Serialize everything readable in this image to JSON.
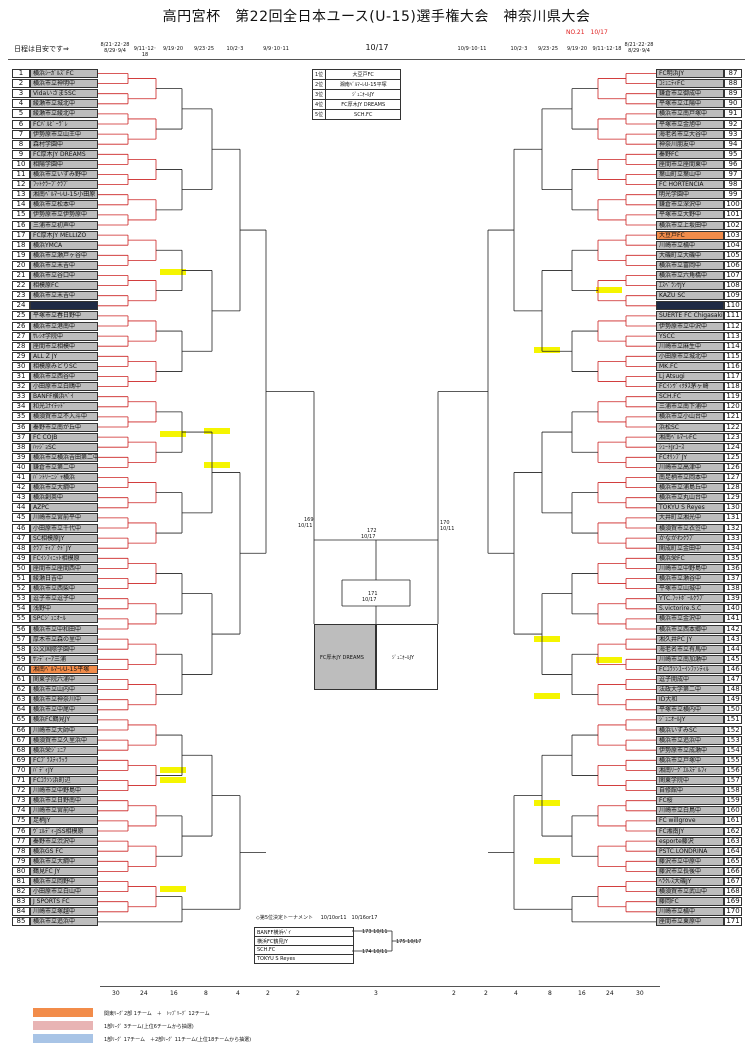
{
  "title": "高円宮杯　第22回全日本ユース(U-15)選手権大会　神奈川県大会",
  "note": "NO.21　10/17",
  "schedule": {
    "label": "日程は目安です⇒",
    "left_dates": [
      "8/21･22･28 8/29･9/4",
      "9/11･12･18",
      "9/19･20",
      "9/23･25",
      "10/2･3",
      "9/9･10･11",
      "10/17",
      "10/9･10･11",
      "10/2･3",
      "9/23･25",
      "9/19･20",
      "9/11･12･18",
      "8/21･22･28 8/29･9/4"
    ]
  },
  "left_teams": [
    "横浜ｼｰｶﾞﾙｽﾞFC",
    "横浜市立神明中",
    "Vidaいさま5SC",
    "綾瀬市立城北中",
    "綾瀬市立綾北中",
    "FCﾊﾟﾙﾋﾟｰﾗﾞﾚ",
    "伊勢原市立山王中",
    "森村学園中",
    "FC厚木JY DREAMS",
    "相陽学園中",
    "横浜市立いずみ野中",
    "ﾌｯﾄｸﾗｰﾌﾞｸﾗﾌﾞ",
    "湘南ﾍﾞﾙﾏｰﾚU-15小田原",
    "横浜市立松本中",
    "伊勢原市立伊勢原中",
    "三浦市立初声中",
    "FC厚木JY MELLIZO",
    "横浜YMCA",
    "横浜市立瀬戸ヶ谷中",
    "横浜市立末吉中",
    "横浜市立谷口中",
    "相模原FC",
    "横浜市立末吉中",
    "",
    "平塚市立春日野中",
    "横浜市立港南中",
    "ｻﾚｼｵ学院中",
    "座間市立相模中",
    "ALL Z JY",
    "相模原みどりSC",
    "横浜市立西谷中",
    "小田原市立白鴎中",
    "BANFF横浜ﾍﾞｲ",
    "和光ﾕﾅｲﾃｯﾄﾞ",
    "横須賀市立不入斗中",
    "秦野市立南が丘中",
    "FC COJB",
    "ﾊｯｼﾞｮSC",
    "横浜市立横浜吉田第二中",
    "鎌倉市立第二中",
    "ﾊﾟﾝﾄﾘｰﾆｼﾞｬ横浜",
    "横浜市立大綱中",
    "横浜創英中",
    "AZPC",
    "川崎市立宮前平中",
    "小田原市立千代中",
    "SC相模原JY",
    "ｸﾗﾌﾞﾃｨﾌﾟｸﾄﾞJY",
    "FCｲﾝﾌｨﾆｯﾄ相模原",
    "座間市立座間西中",
    "綾瀬日吉中",
    "横浜市立西柴中",
    "逗子市立逗子中",
    "浅野中",
    "SPCｼﾞｭﾆｵｰﾙ",
    "横浜市立中和田中",
    "厚木市立森の里中",
    "公文国際学園中",
    "ｻﾝﾃﾞｨｰｱ三浦",
    "湘南ﾍﾞﾙﾏｰﾚU-15平塚",
    "関東学院六浦中",
    "横浜市立山内中",
    "横浜市立神奈川中",
    "横浜市立中尾中",
    "横浜FC鶴見JY",
    "川崎市立大師中",
    "横須賀市立久里浜中",
    "横浜栄ｼﾞｭﾆｱ",
    "FCﾌﾟﾗｽﾃｨﾗｯﾗ",
    "ﾊﾟﾃﾞｨJY",
    "FCｺﾗｿﾝ浜町辺",
    "川崎市立中野島中",
    "横浜市立日野南中",
    "川崎市立宮前中",
    "足柄JY",
    "ｳﾞｪﾙﾃﾞｨ-JSS相模原",
    "秦野市立渋沢中",
    "横浜GS FC",
    "横浜市立大綱中",
    "鶴見FC JY",
    "横浜市立岡野中",
    "小田原市立白山中",
    "J SPORTS FC",
    "川崎市立塚越中",
    "横浜市立追浜中"
  ],
  "right_teams": [
    "FC明浜JY",
    "ｺﾐｭﾆﾃｨFC",
    "鎌倉市立御成中",
    "平塚市立江陽中",
    "横浜市立南戸塚中",
    "平塚市立金旭中",
    "海老名市立大谷中",
    "神奈川朋友中",
    "秦野FC",
    "座間市立座間東中",
    "葉山町立葉山中",
    "FC HORTENCIA",
    "明光学園中",
    "鎌倉市立深沢中",
    "平塚市立大野中",
    "横浜市立上坂田中",
    "大豆戸FC",
    "川崎市立橘中",
    "大磯町立大磯中",
    "横浜市立富岡中",
    "横浜市立六角橋中",
    "ｴｽﾍﾟﾗﾝｻJY",
    "KAZU SC",
    "",
    "SUERTE FC Chigasaki",
    "伊勢原市立中沢中",
    "YSCC",
    "川崎市立麻生中",
    "小田原市立城北中",
    "MK.FC",
    "Lj Atsugi",
    "FCｲﾝｳﾞｨｸﾀｽ茅ヶ崎",
    "SCH.FC",
    "三浦市立南下浦中",
    "横浜市立小山台中",
    "浜松SC",
    "湘南ﾍﾞﾙﾏｰﾚFC",
    "ｼｭｰﾄJrﾕｰｽ",
    "FCｵﾘﾝﾌﾞJY",
    "川崎市立高津中",
    "南足柄市立岡本中",
    "横浜市立浦島丘中",
    "横浜市立丸山台中",
    "TOKYU S Reyes",
    "大井町立湘光中",
    "横須賀市立衣笠中",
    "かながわｸﾗﾌﾞ",
    "関成町立金田中",
    "横浜栄FC",
    "川崎市立中野島中",
    "横浜市立瀬谷中",
    "平塚市立山城中",
    "YTC.ﾌｯﾄﾎﾞｰﾙｸﾗﾌﾞ",
    "S.victorire.S.C",
    "横浜市立金沢中",
    "横浜市立西本郷中",
    "湘久井PC JY",
    "海老名市立有馬中",
    "川崎市立南加瀬中",
    "FCｺﾗｿﾝﾕｰｲﾝﾌｧﾝﾃｨﾙ",
    "逗子開成中",
    "法政大学第二中",
    "ID大和",
    "平塚市立横内中",
    "ｼﾞｭﾆｵｰﾙJY",
    "横浜いずみSC",
    "横浜市立追浜中",
    "伊勢原市立成瀬中",
    "横浜市立戸塚中",
    "湘南ﾘｰｸﾞｴﾙｽﾃﾞﾙﾌｨ",
    "関東学院中",
    "自修館中",
    "FC桜",
    "川崎市立白鳥中",
    "FC willgrove",
    "FC湘南JY",
    "esporte藤沢",
    "PSTC.LONDRINA",
    "藤沢市立中原中",
    "藤沢市立長後中",
    "ﾍﾗｸﾚｽ大磯JY",
    "横須賀市立武山中",
    "藤岡FC",
    "川崎市立橘中",
    "座間市立東原中"
  ],
  "left_numbers_start": 1,
  "right_numbers_start": 87,
  "rank_table": [
    {
      "rank": "1位",
      "team": "大豆戸FC"
    },
    {
      "rank": "2位",
      "team": "湘南ﾍﾞﾙﾏｰﾚU-15平塚"
    },
    {
      "rank": "3位",
      "team": "ｼﾞｭﾆｵｰﾙJY"
    },
    {
      "rank": "4位",
      "team": "FC厚木JY DREAMS"
    },
    {
      "rank": "5位",
      "team": "SCH.FC"
    }
  ],
  "center": {
    "final_date": "10/17",
    "final_left": "FC厚木JY DREAMS",
    "final_right": "ｼﾞｭﾆｵｰﾙJY",
    "match_171": "171",
    "match_171_date": "10/17",
    "match_172": "172",
    "match_172_date": "10/17",
    "match_169": "169",
    "match_169_date": "10/11",
    "match_170": "170",
    "match_170_date": "10/11"
  },
  "fifth_place": {
    "heading": "◇第5位決定トーナメント",
    "dates": "10/10or11　10/16or17",
    "teams": [
      "BANFF横浜ﾍﾞｲ",
      "横浜FC鶴見JY",
      "SCH.FC",
      "TOKYU S Reyes"
    ],
    "matches": [
      "173 10/11",
      "174 10/11",
      "175 10/17"
    ]
  },
  "bottom_counts": [
    "30",
    "24",
    "16",
    "8",
    "4",
    "2",
    "2",
    "3",
    "2",
    "2",
    "4",
    "8",
    "16",
    "24",
    "30"
  ],
  "legend": [
    {
      "color": "#f28c4a",
      "text": "関東ﾘｰｸﾞ2部 1チーム　＋　ﾄｯﾌﾟﾘｰｸﾞ 12チーム"
    },
    {
      "color": "#e8b4b4",
      "text": "1部ﾘｰｸﾞ 3チーム(上位6チームから抽選)"
    },
    {
      "color": "#a8c4e6",
      "text": "1部ﾘｰｸﾞ 17チーム　＋2部ﾘｰｸﾞ 11チーム(上位18チームから抽選)"
    }
  ],
  "colors": {
    "highlight": "#f5f500",
    "bracket_red": "#cc2222",
    "bracket_black": "#222222",
    "winner_orange": "#f28c4a"
  }
}
